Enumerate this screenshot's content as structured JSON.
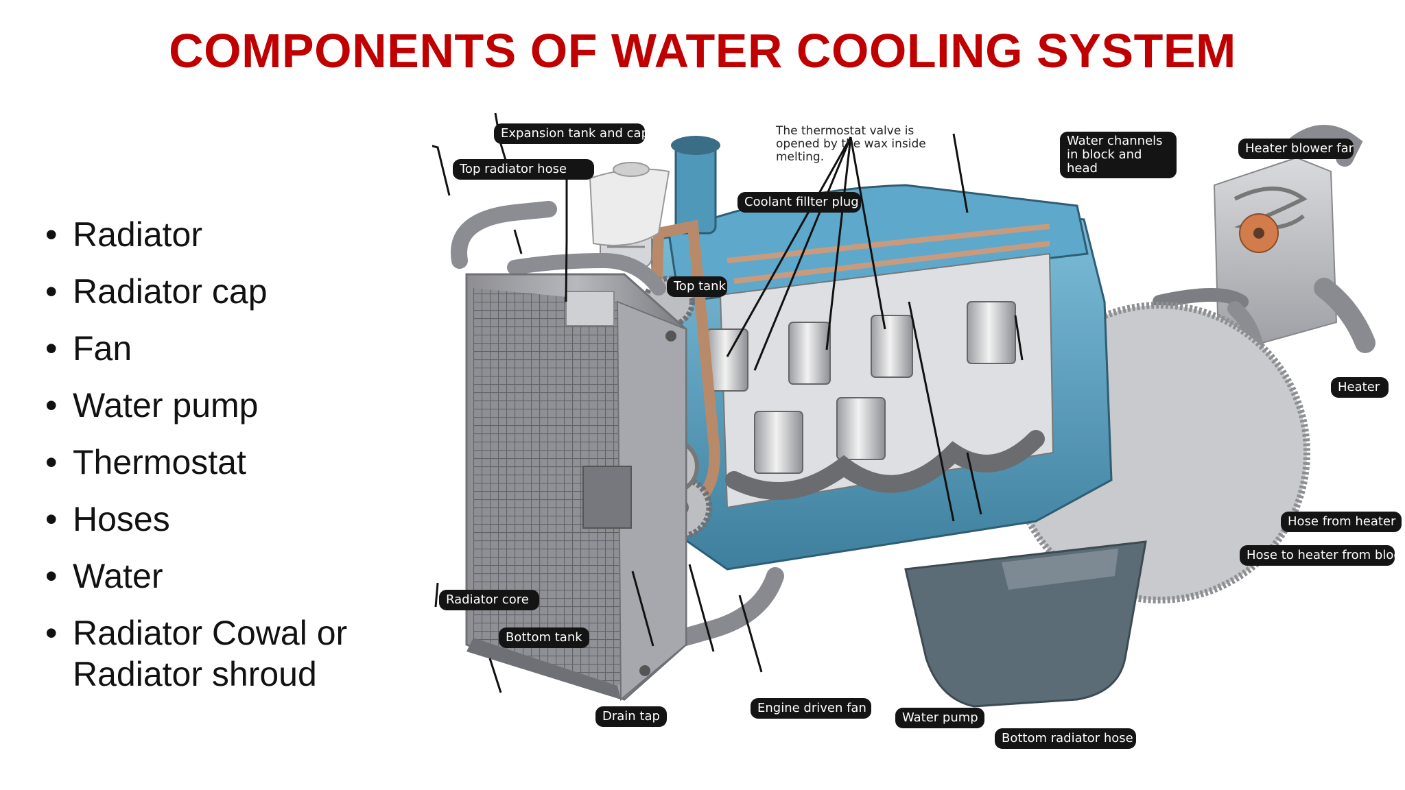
{
  "title": "COMPONENTS OF WATER COOLING SYSTEM",
  "bullets": [
    "Radiator",
    "Radiator cap",
    "Fan",
    "Water pump",
    "Thermostat",
    "Hoses",
    "Water",
    "Radiator Cowal or Radiator shroud"
  ],
  "diagram": {
    "note": "The thermostat valve is opened by the wax inside melting.",
    "labels": {
      "expansion_tank": "Expansion tank and cap",
      "top_hose": "Top radiator hose",
      "coolant_plug": "Coolant fillter plug",
      "top_tank": "Top tank",
      "water_channels": "Water channels in block and head",
      "heater_blower": "Heater blower fan",
      "heater": "Heater",
      "hose_from_heater": "Hose from heater",
      "hose_to_heater": "Hose to heater from block",
      "radiator_core": "Radiator core",
      "bottom_tank": "Bottom tank",
      "drain_tap": "Drain tap",
      "engine_fan": "Engine driven fan",
      "water_pump": "Water pump",
      "bottom_hose": "Bottom radiator hose"
    }
  },
  "colors": {
    "title": "#c00000",
    "engine_blue": "#4a8fb0",
    "callout_bg": "#141414"
  }
}
